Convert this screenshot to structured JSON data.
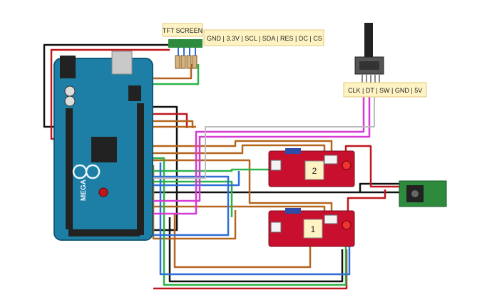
{
  "labels": {
    "tft_screen": "TFT SCREEN",
    "tft_pins": "GND | 3.3V | SCL | SDA | RES | DC | CS",
    "encoder_pins": "CLK | DT | SW | GND | 5V",
    "relay_top": "2",
    "relay_bottom": "1",
    "mega_text": "MEGA"
  },
  "colors": {
    "board": "#1d7fa6",
    "relay_board": "#c8102e",
    "jack_board": "#2e8b3e",
    "note": "#fff3c4",
    "wire_black": "#111111",
    "wire_red": "#c0161c",
    "wire_brown": "#b5651d",
    "wire_green": "#2db34a",
    "wire_blue": "#2f6fd6",
    "wire_magenta": "#d63ad6",
    "wire_white": "#bbbbbb"
  }
}
